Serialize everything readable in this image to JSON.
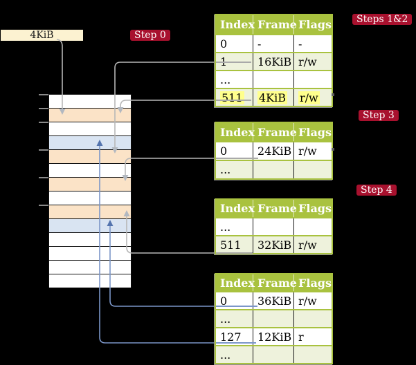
{
  "labels": {
    "frame_box": "4KiB"
  },
  "badges": {
    "step0": "Step 0",
    "steps12": "Steps 1&2",
    "step3": "Step 3",
    "step4": "Step 4"
  },
  "memory": {
    "rows": [
      "free",
      "mapped-orange",
      "free",
      "mapped-blue",
      "mapped-orange",
      "free",
      "mapped-orange",
      "free",
      "mapped-orange",
      "mapped-blue",
      "free",
      "free",
      "free",
      "free"
    ]
  },
  "tables": [
    {
      "id": "page-table-steps-1-2",
      "headers": [
        "Index",
        "Frame",
        "Flags"
      ],
      "rows": [
        {
          "cells": [
            "0",
            "-",
            "-"
          ],
          "shaded": false,
          "highlight": false
        },
        {
          "cells": [
            "1",
            "16KiB",
            "r/w"
          ],
          "shaded": true,
          "highlight": false
        },
        {
          "cells": [
            "...",
            "",
            ""
          ],
          "shaded": false,
          "highlight": false
        },
        {
          "cells": [
            "511",
            "4KiB",
            "r/w"
          ],
          "shaded": true,
          "highlight": true
        }
      ]
    },
    {
      "id": "page-table-step-3",
      "headers": [
        "Index",
        "Frame",
        "Flags"
      ],
      "rows": [
        {
          "cells": [
            "0",
            "24KiB",
            "r/w"
          ],
          "shaded": false,
          "highlight": false
        },
        {
          "cells": [
            "...",
            "",
            ""
          ],
          "shaded": true,
          "highlight": false
        }
      ]
    },
    {
      "id": "page-table-step-4",
      "headers": [
        "Index",
        "Frame",
        "Flags"
      ],
      "rows": [
        {
          "cells": [
            "...",
            "",
            ""
          ],
          "shaded": false,
          "highlight": false
        },
        {
          "cells": [
            "511",
            "32KiB",
            "r/w"
          ],
          "shaded": true,
          "highlight": false
        }
      ]
    },
    {
      "id": "page-table-final",
      "headers": [
        "Index",
        "Frame",
        "Flags"
      ],
      "rows": [
        {
          "cells": [
            "0",
            "36KiB",
            "r/w"
          ],
          "shaded": false,
          "highlight": false
        },
        {
          "cells": [
            "...",
            "",
            ""
          ],
          "shaded": true,
          "highlight": false
        },
        {
          "cells": [
            "127",
            "12KiB",
            "r"
          ],
          "shaded": false,
          "highlight": false
        },
        {
          "cells": [
            "...",
            "",
            ""
          ],
          "shaded": true,
          "highlight": false
        }
      ]
    }
  ],
  "colors": {
    "table_header_green": "#a9c23f",
    "table_shade_green": "#eef2dc",
    "frame_orange": "#fbe3c7",
    "frame_blue": "#d9e4f2",
    "frame_box_cream": "#fcf2d1",
    "badge_red": "#a8112e",
    "highlight_yellow": "#ffff8c",
    "connector_gray": "#b7b7b7",
    "connector_blue": "#7b96c8"
  }
}
